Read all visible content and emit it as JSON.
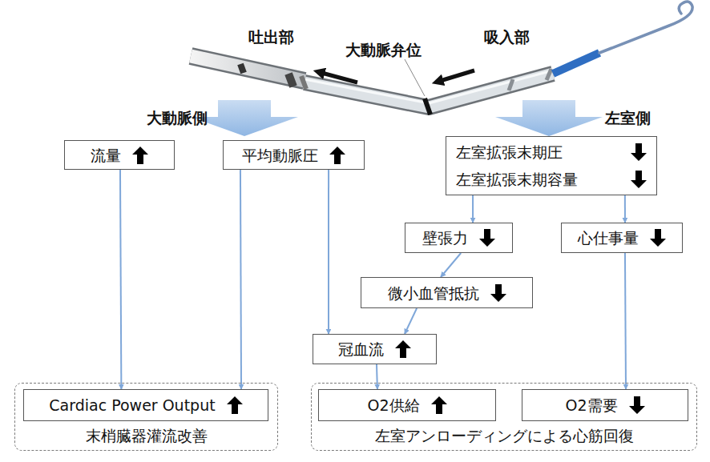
{
  "diagram": {
    "nodes": [
      {
        "text": [
          "流量"
        ]
      },
      {
        "text": [
          "平均動脈圧"
        ]
      },
      {
        "text": [
          "左室拡張末期圧",
          "左室拡張末期容量"
        ]
      },
      {
        "text": [
          "壁張力"
        ]
      },
      {
        "text": [
          "心仕事量"
        ]
      },
      {
        "text": [
          "微小血管抵抗"
        ]
      },
      {
        "text": [
          "冠血流"
        ]
      },
      {
        "text": [
          "末梢臓器灌流改善"
        ]
      },
      {
        "text": [
          "Cardiac Power Output"
        ],
        "in": 7
      },
      {
        "text": [
          "左室アンローディングによる心筋回復"
        ]
      },
      {
        "text": [
          "O2供給"
        ],
        "in": 9
      },
      {
        "text": [
          "O2需要"
        ],
        "in": 9
      }
    ],
    "edges": [
      {
        "from": 0,
        "to": 8,
        "arrow": "to"
      },
      {
        "from": 1,
        "to": 8,
        "arrow": "to"
      },
      {
        "from": 1,
        "to": 6,
        "arrow": "to"
      },
      {
        "from": 2,
        "to": 3,
        "arrow": "to"
      },
      {
        "from": 2,
        "to": 4,
        "arrow": "to"
      },
      {
        "from": 3,
        "to": 5,
        "arrow": "to"
      },
      {
        "from": 5,
        "to": 6,
        "arrow": "to"
      },
      {
        "from": 6,
        "to": 10,
        "arrow": "to"
      },
      {
        "from": 4,
        "to": 11,
        "arrow": "to"
      }
    ],
    "labels": [
      "吐出部",
      "大動脈弁位",
      "吸入部",
      "大動脈側",
      "左室側"
    ]
  }
}
